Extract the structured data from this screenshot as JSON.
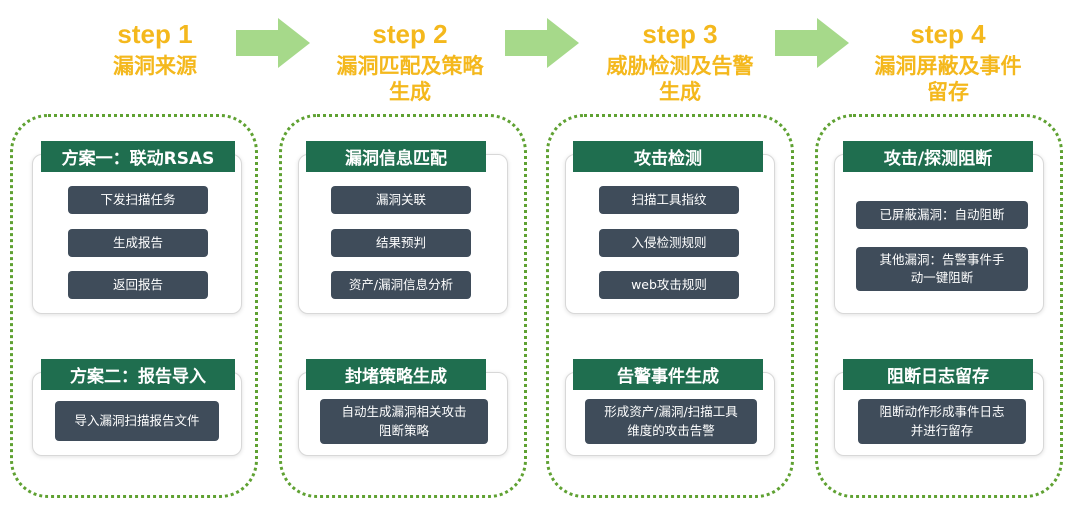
{
  "steps": [
    {
      "num": "step 1",
      "name": "漏洞来源"
    },
    {
      "num": "step 2",
      "name_lines": [
        "漏洞匹配及策略",
        "生成"
      ]
    },
    {
      "num": "step 3",
      "name_lines": [
        "威胁检测及告警",
        "生成"
      ]
    },
    {
      "num": "step 4",
      "name_lines": [
        "漏洞屏蔽及事件",
        "留存"
      ]
    }
  ],
  "col1": {
    "panel1": {
      "header": "方案一：联动RSAS",
      "items": [
        "下发扫描任务",
        "生成报告",
        "返回报告"
      ]
    },
    "panel2": {
      "header": "方案二：报告导入",
      "items": [
        "导入漏洞扫描报告文件"
      ]
    }
  },
  "col2": {
    "panel1": {
      "header": "漏洞信息匹配",
      "items": [
        "漏洞关联",
        "结果预判",
        "资产/漏洞信息分析"
      ]
    },
    "panel2": {
      "header": "封堵策略生成",
      "item_lines": [
        "自动生成漏洞相关攻击",
        "阻断策略"
      ]
    }
  },
  "col3": {
    "panel1": {
      "header": "攻击检测",
      "items": [
        "扫描工具指纹",
        "入侵检测规则",
        "web攻击规则"
      ]
    },
    "panel2": {
      "header": "告警事件生成",
      "item_lines": [
        "形成资产/漏洞/扫描工具",
        "维度的攻击告警"
      ]
    }
  },
  "col4": {
    "panel1": {
      "header": "攻击/探测阻断",
      "items": [
        "已屏蔽漏洞：自动阻断"
      ],
      "item2_lines": [
        "其他漏洞：告警事件手",
        "动一键阻断"
      ]
    },
    "panel2": {
      "header": "阻断日志留存",
      "item_lines": [
        "阻断动作形成事件日志",
        "并进行留存"
      ]
    }
  },
  "colors": {
    "step_title": "#F4B81D",
    "arrow": "#A6D98A",
    "group_border": "#5FA132",
    "header_bg": "#1F6E4F",
    "chip_bg": "#3F4C5A"
  }
}
